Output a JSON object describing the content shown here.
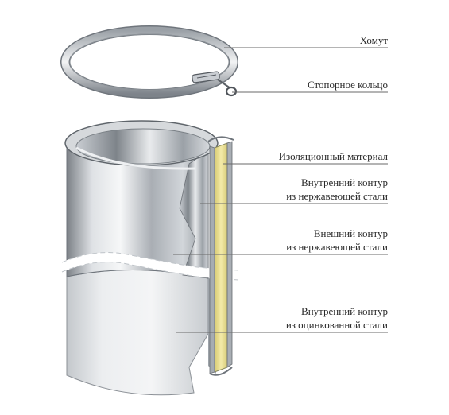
{
  "labels": [
    {
      "lines": [
        "Хомут"
      ]
    },
    {
      "lines": [
        "Стопорное кольцо"
      ]
    },
    {
      "lines": [
        "Изоляционный материал"
      ]
    },
    {
      "lines": [
        "Внутренний контур",
        "из нержавеющей стали"
      ]
    },
    {
      "lines": [
        "Внешний контур",
        "из нержавеющей стали"
      ]
    },
    {
      "lines": [
        "Внутренний контур",
        "из оцинкованной стали"
      ]
    }
  ],
  "colors": {
    "steel_light": "#eef0f2",
    "steel_mid": "#b9bec4",
    "steel_dark": "#6f757c",
    "galvanized": "#e6e8ea",
    "insulation": "#efe39a",
    "leader_line": "#6a6a6a"
  }
}
